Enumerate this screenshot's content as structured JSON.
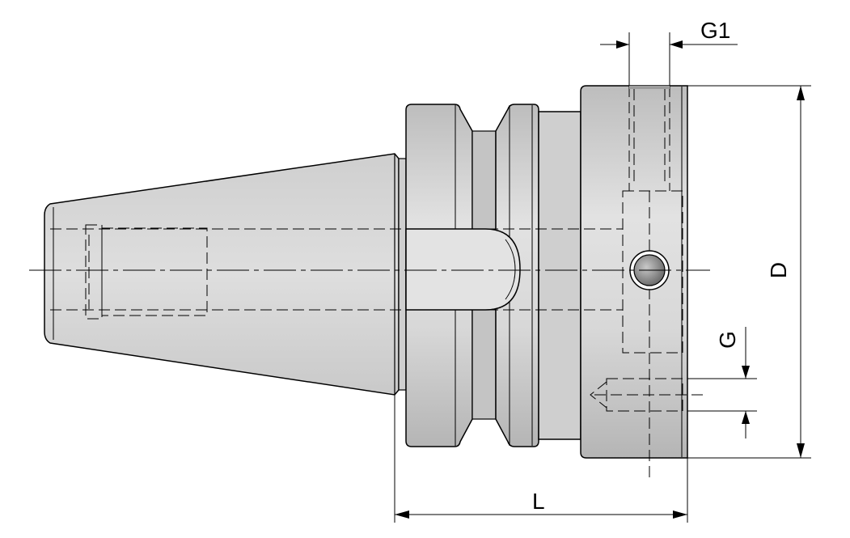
{
  "drawing": {
    "dimensions": {
      "g1": "G1",
      "d": "D",
      "g": "G",
      "l": "L"
    },
    "colors": {
      "line": "#000000",
      "body_fill": "#d2d2d2",
      "shadow": "#b0b0b0",
      "highlight": "#ececec"
    }
  }
}
